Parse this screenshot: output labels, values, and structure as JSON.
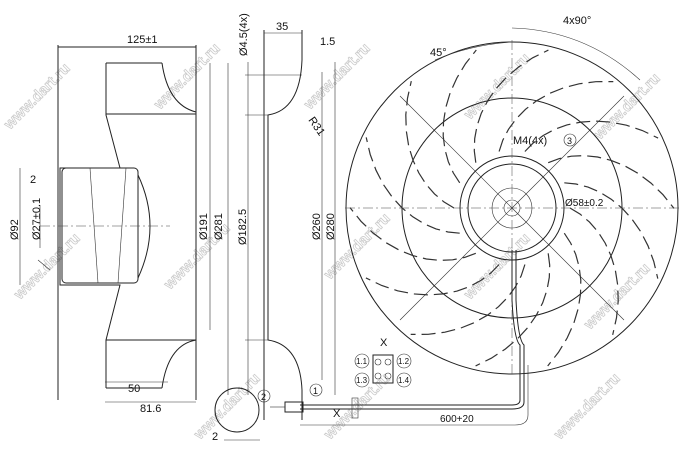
{
  "watermark": "www.dart.ru",
  "side_view": {
    "dim_length": "125±1",
    "dim_hub_offset": "2",
    "dim_motor_diameter": "Ø92",
    "dim_shaft_diameter": "Ø27±0.1",
    "dim_inlet": "Ø191",
    "dim_outer": "Ø281",
    "dim_bottom_1": "50",
    "dim_bottom_2": "81.6",
    "dim_bottom_3": "2",
    "detail_marker": "2"
  },
  "nozzle_view": {
    "dim_holes": "Ø4.5(4x)",
    "dim_depth": "35",
    "dim_flange": "1.5",
    "dim_radius": "R31",
    "dim_inner": "Ø182.5",
    "dim_d260": "Ø260",
    "dim_d280": "Ø280"
  },
  "front_view": {
    "angle_45": "45°",
    "angle_4x90": "4x90°",
    "thread": "M4(4x)",
    "thread_marker": "3",
    "hub_diameter": "Ø58±0.2",
    "cable_length": "600+20",
    "cable_marker": "1",
    "view_x": "X",
    "view_arrow_x": "X"
  },
  "connector": {
    "title": "X",
    "pins": [
      "1.1",
      "1.2",
      "1.3",
      "1.4"
    ]
  }
}
